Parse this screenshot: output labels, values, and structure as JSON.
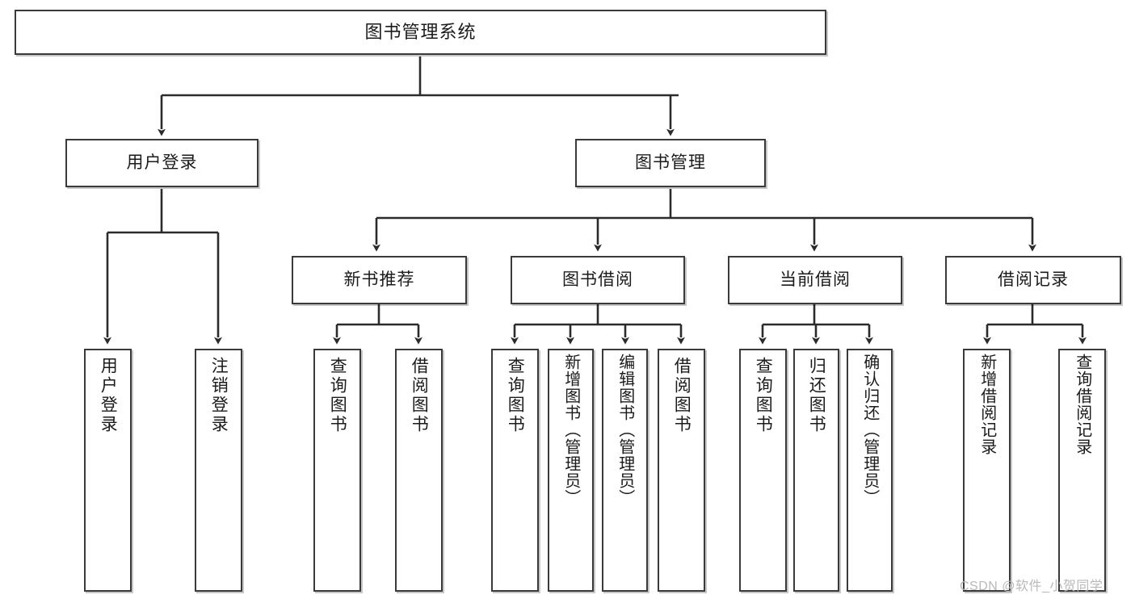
{
  "diagram": {
    "title": "图书管理系统",
    "type": "tree",
    "orientation": "top-down",
    "colors": {
      "box_border": "#3a3a3a",
      "box_fill": "#ffffff",
      "connector": "#2b2b2b",
      "text": "#1b1b1b",
      "watermark": "#b9b9b9",
      "background": "#ffffff"
    },
    "nodes": {
      "root": {
        "label": "图书管理系统"
      },
      "level1": [
        {
          "label": "用户登录"
        },
        {
          "label": "图书管理"
        }
      ],
      "level2": [
        {
          "label": "新书推荐"
        },
        {
          "label": "图书借阅"
        },
        {
          "label": "当前借阅"
        },
        {
          "label": "借阅记录"
        }
      ],
      "leaves": {
        "user_login": [
          {
            "label": "用户登录"
          },
          {
            "label": "注销登录"
          }
        ],
        "new_book_recommend": [
          {
            "label": "查询图书"
          },
          {
            "label": "借阅图书"
          }
        ],
        "book_borrow": [
          {
            "label": "查询图书"
          },
          {
            "label": "新增图书（管理员）"
          },
          {
            "label": "编辑图书（管理员）"
          },
          {
            "label": "借阅图书"
          }
        ],
        "current_borrow": [
          {
            "label": "查询图书"
          },
          {
            "label": "归还图书"
          },
          {
            "label": "确认归还（管理员）"
          }
        ],
        "borrow_record": [
          {
            "label": "新增借阅记录"
          },
          {
            "label": "查询借阅记录"
          }
        ]
      }
    },
    "watermark": "CSDN @软件_小贺同学"
  }
}
